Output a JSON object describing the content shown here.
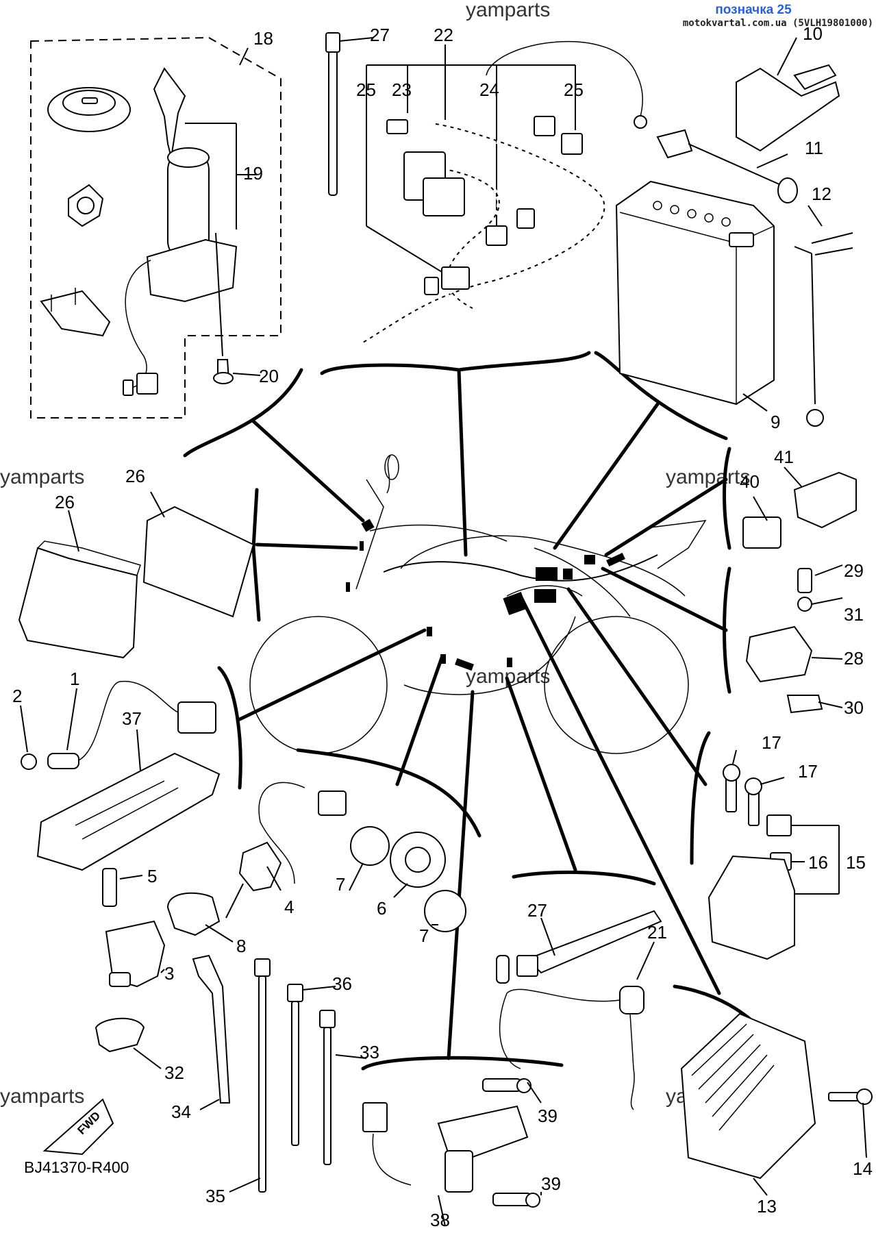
{
  "header": {
    "link_text": "позначка 25",
    "source_text": "motokvartal.com.ua (5VLH19801000)"
  },
  "diagram": {
    "code": "BJ41370-R400",
    "watermark": "yamparts",
    "fwd_label": "FWD",
    "callouts": [
      "1",
      "2",
      "3",
      "4",
      "5",
      "6",
      "7",
      "7",
      "8",
      "9",
      "10",
      "11",
      "12",
      "13",
      "14",
      "15",
      "16",
      "17",
      "17",
      "18",
      "19",
      "20",
      "21",
      "22",
      "23",
      "24",
      "25",
      "25",
      "26",
      "26",
      "27",
      "27",
      "28",
      "29",
      "30",
      "31",
      "32",
      "33",
      "34",
      "35",
      "36",
      "37",
      "38",
      "39",
      "39",
      "40",
      "41"
    ],
    "colors": {
      "line": "#000000",
      "background": "#ffffff",
      "link": "#2a62c9"
    }
  }
}
